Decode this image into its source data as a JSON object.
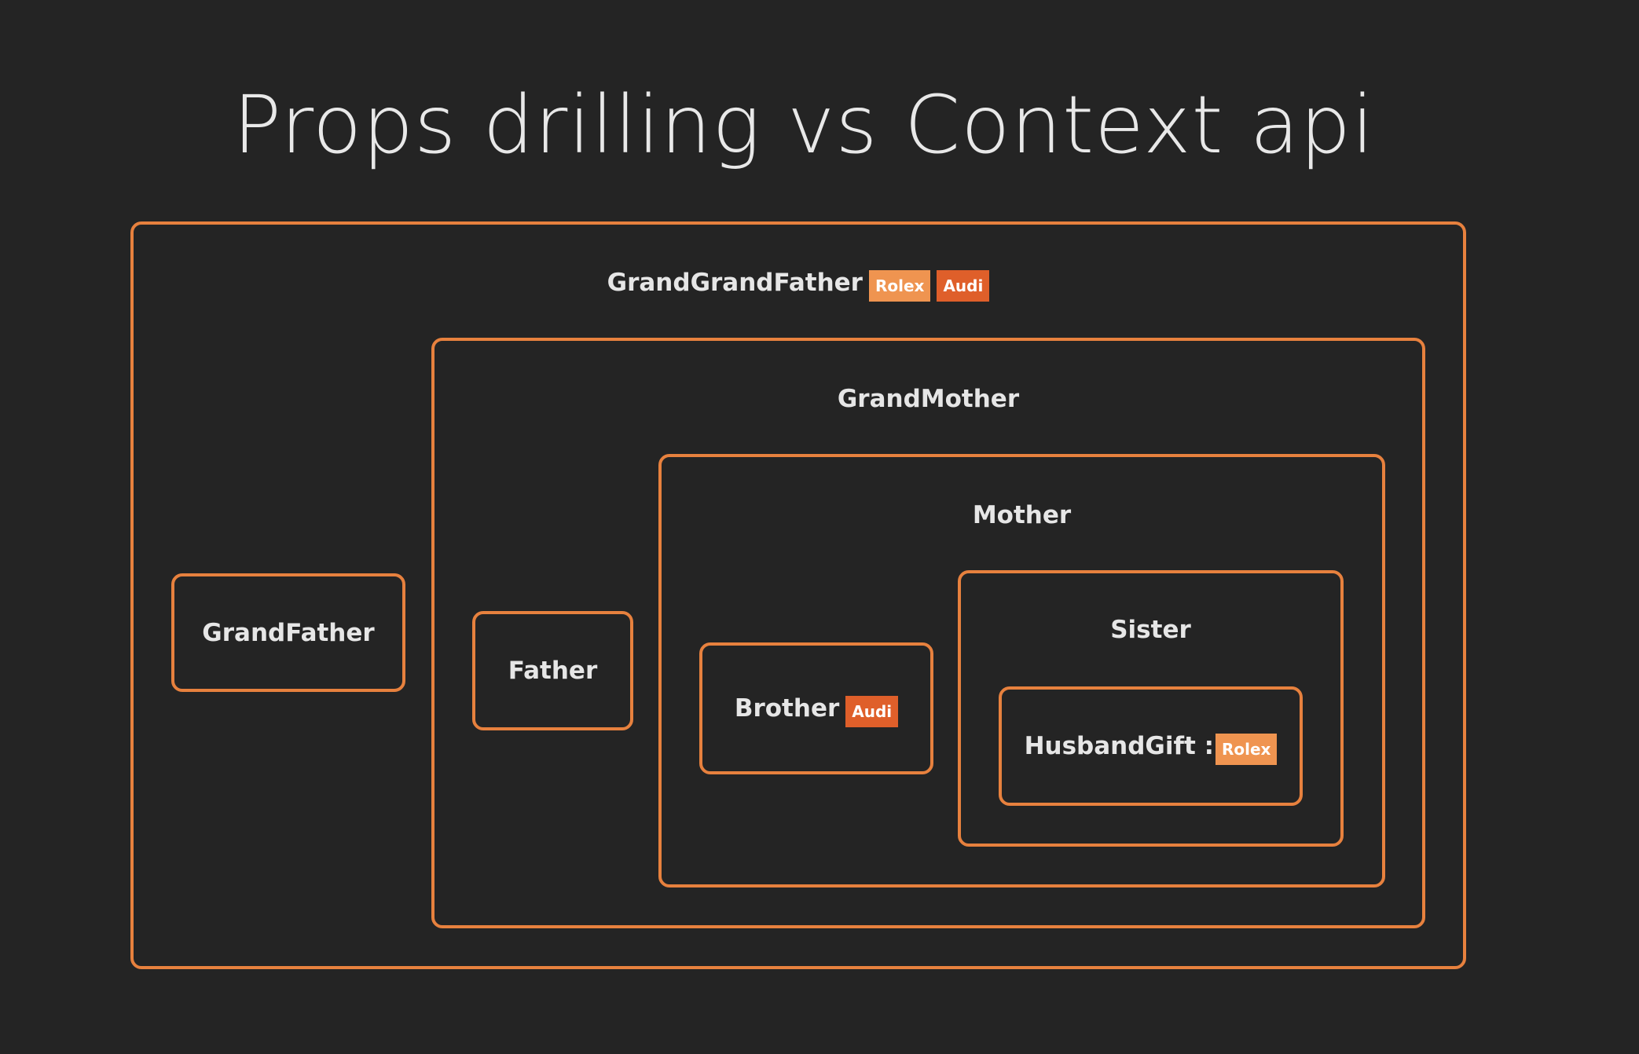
{
  "title": "Props drilling vs Context api",
  "colors": {
    "background": "#242424",
    "border": "#e7813e",
    "rolex_badge": "#ef9450",
    "audi_badge": "#df5f2a",
    "text": "#e6e6e6"
  },
  "nodes": {
    "grandgrandfather": {
      "label": "GrandGrandFather",
      "badges": [
        "Rolex",
        "Audi"
      ]
    },
    "grandfather": {
      "label": "GrandFather"
    },
    "grandmother": {
      "label": "GrandMother"
    },
    "father": {
      "label": "Father"
    },
    "mother": {
      "label": "Mother"
    },
    "brother": {
      "label": "Brother",
      "badges": [
        "Audi"
      ]
    },
    "sister": {
      "label": "Sister"
    },
    "husbandgift": {
      "label": "HusbandGift :",
      "badges": [
        "Rolex"
      ]
    }
  }
}
